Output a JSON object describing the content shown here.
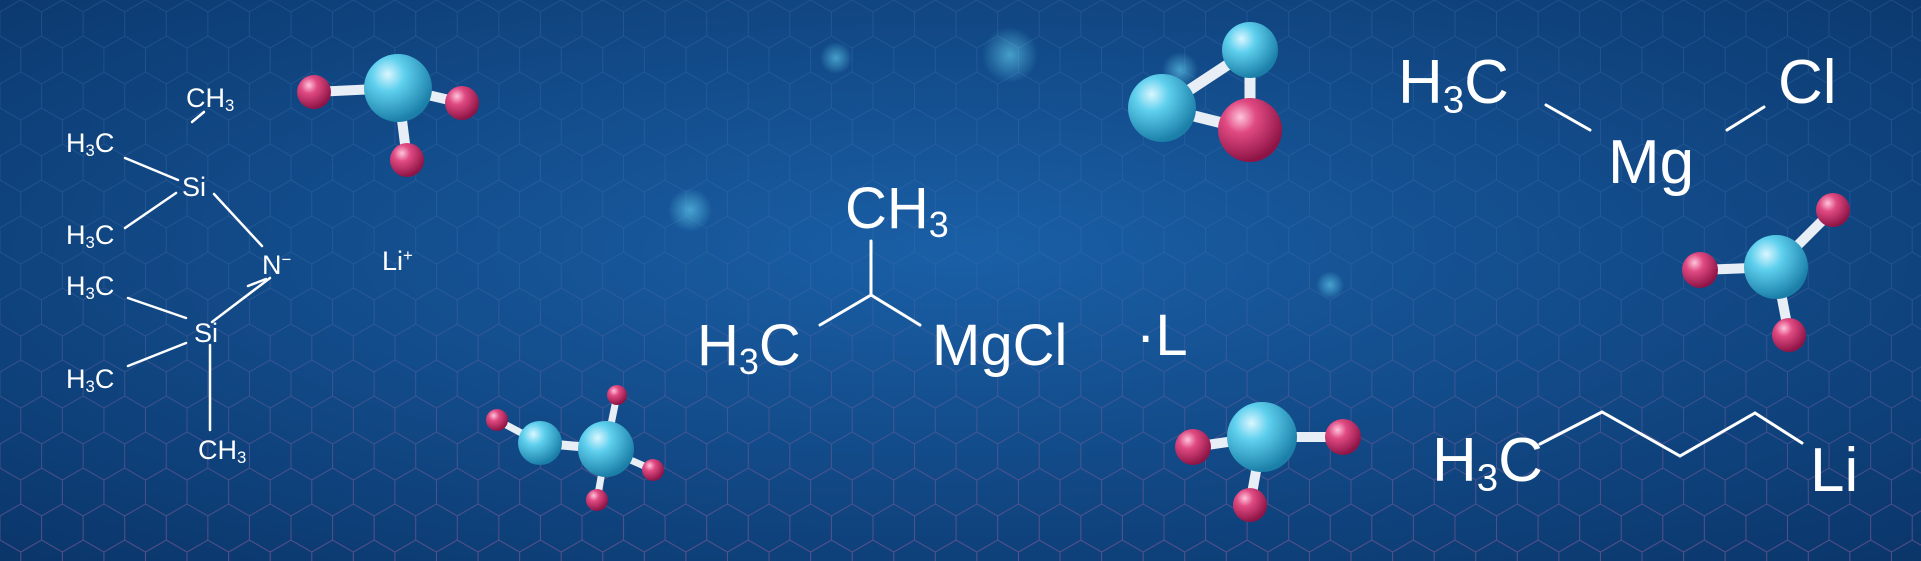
{
  "colors": {
    "background_dark": "#0a3569",
    "background_light": "#1a5fa6",
    "hex_grid": "#3f6fb0",
    "hex_grid_accent": "#8a4f8a",
    "atom_blue": "#4fc6e6",
    "atom_pink": "#d9356f",
    "bond": "#e8eef5",
    "text": "#ffffff"
  },
  "formulas": {
    "lihmds": {
      "ch3_top": {
        "main": "CH",
        "sub": "3"
      },
      "h3c_1": {
        "pre": "H",
        "sub": "3",
        "post": "C"
      },
      "si_top": "Si",
      "h3c_2": {
        "pre": "H",
        "sub": "3",
        "post": "C"
      },
      "n_anion": {
        "main": "N",
        "sup": "−"
      },
      "h3c_3": {
        "pre": "H",
        "sub": "3",
        "post": "C"
      },
      "si_bottom": "Si",
      "h3c_4": {
        "pre": "H",
        "sub": "3",
        "post": "C"
      },
      "ch3_bottom": {
        "main": "CH",
        "sub": "3"
      },
      "li_cation": {
        "main": "Li",
        "sup": "+"
      }
    },
    "isopropyl_mgcl": {
      "ch3": {
        "main": "CH",
        "sub": "3"
      },
      "h3c": {
        "pre": "H",
        "sub": "3",
        "post": "C"
      },
      "mgcl": "MgCl",
      "ligand": "·L"
    },
    "methyl_mgcl": {
      "h3c": {
        "pre": "H",
        "sub": "3",
        "post": "C"
      },
      "mg": "Mg",
      "cl": "Cl"
    },
    "butyllithium": {
      "h3c": {
        "pre": "H",
        "sub": "3",
        "post": "C"
      },
      "li": "Li"
    }
  }
}
